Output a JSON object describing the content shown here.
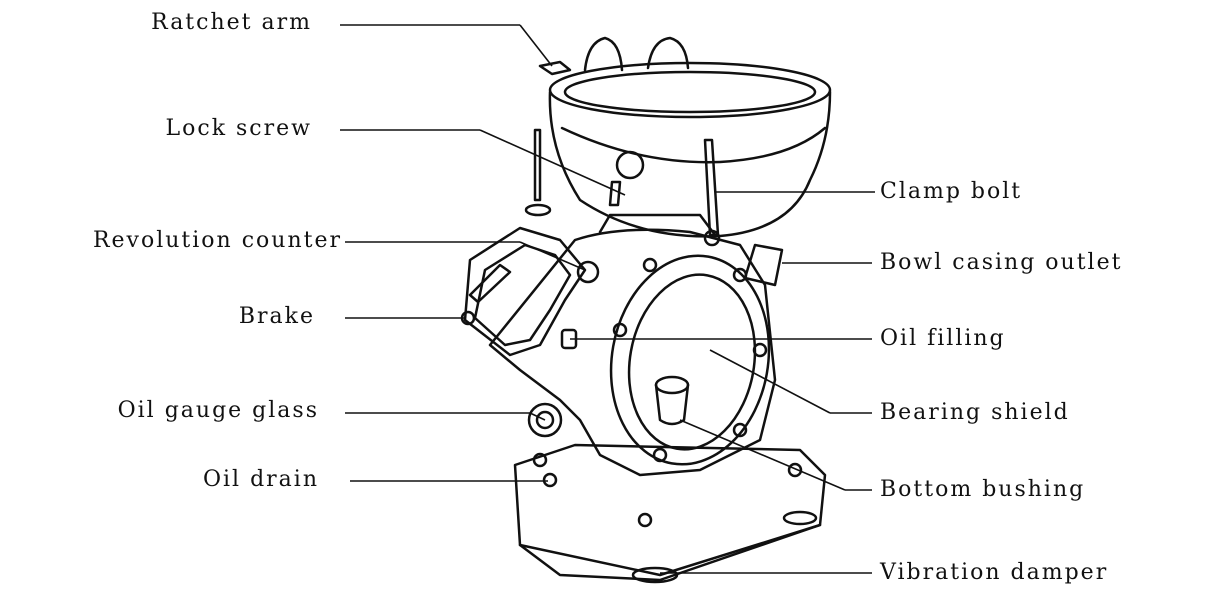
{
  "labels_left": {
    "ratchet_arm": "Ratchet arm",
    "lock_screw": "Lock screw",
    "revolution_counter": "Revolution counter",
    "brake": "Brake",
    "oil_gauge_glass": "Oil gauge glass",
    "oil_drain": "Oil drain"
  },
  "labels_right": {
    "clamp_bolt": "Clamp bolt",
    "bowl_casing_outlet": "Bowl casing outlet",
    "oil_filling": "Oil filling",
    "bearing_shield": "Bearing shield",
    "bottom_bushing": "Bottom bushing",
    "vibration_damper": "Vibration damper"
  },
  "colors": {
    "ink": "#111111",
    "background": "#ffffff"
  }
}
